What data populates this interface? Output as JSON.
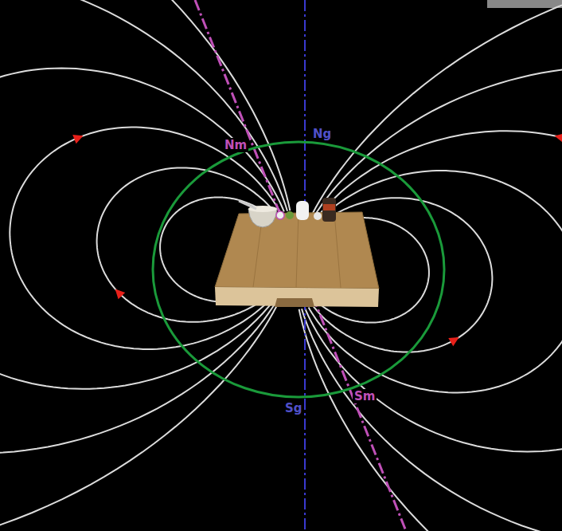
{
  "diagram": {
    "labels": [
      "Nm",
      "Ng",
      "Sg",
      "Sm"
    ]
  }
}
